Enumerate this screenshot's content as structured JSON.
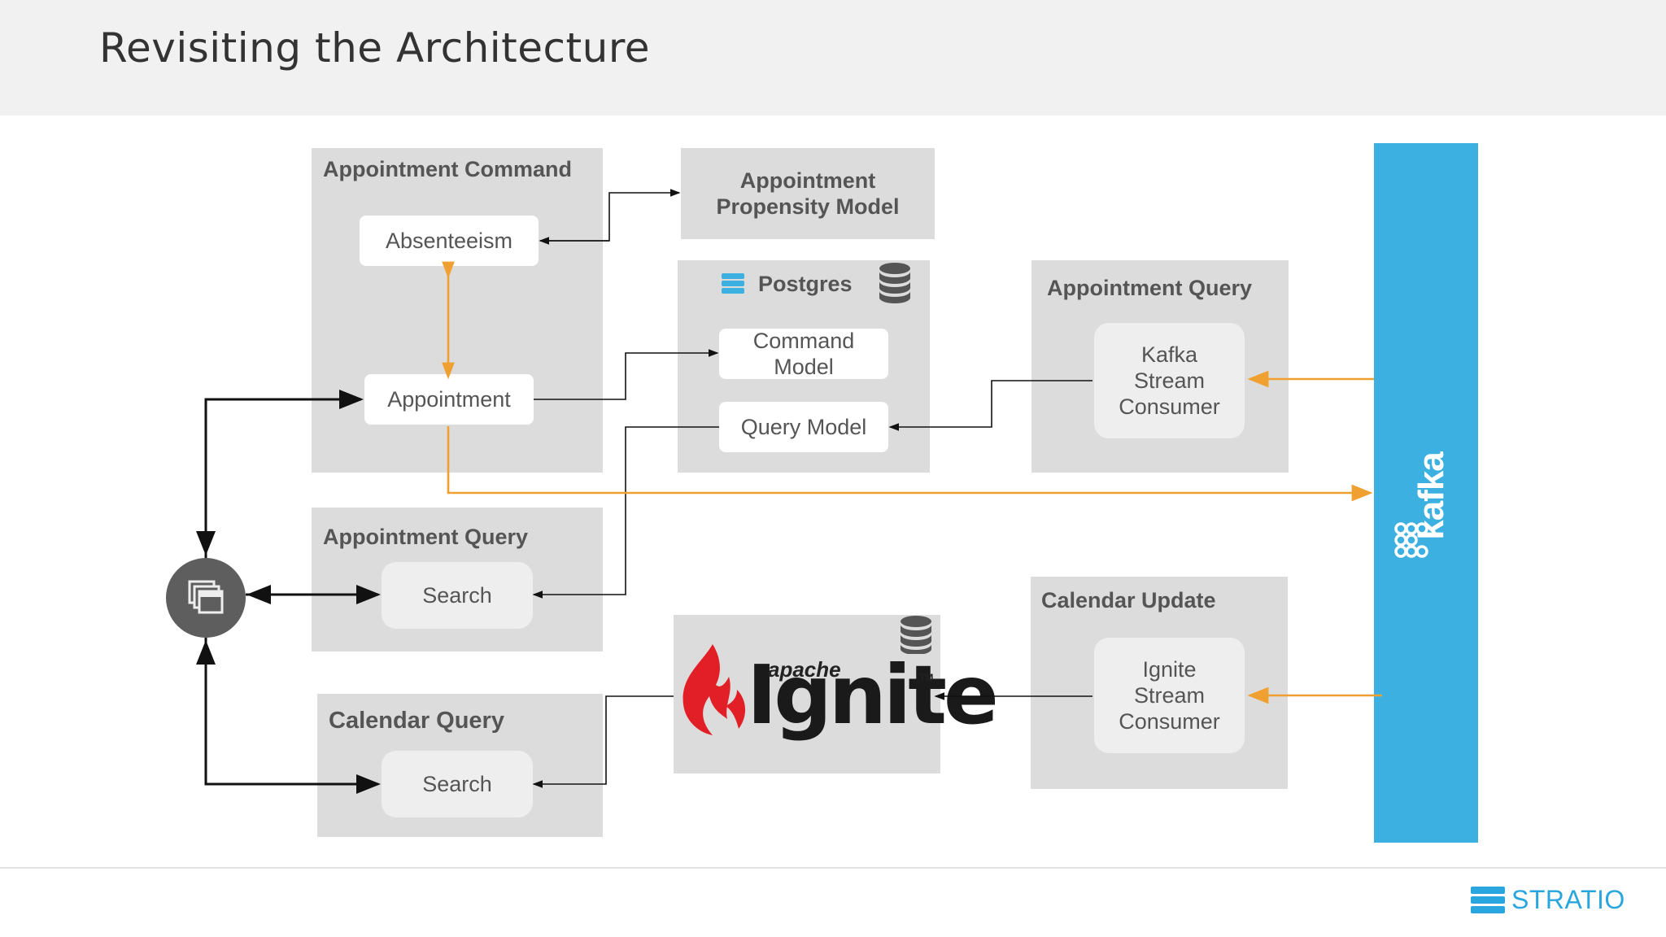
{
  "slide": {
    "title": "Revisiting the Architecture"
  },
  "panels": {
    "appointment_command": {
      "title": "Appointment Command",
      "absenteeism": "Absenteeism",
      "appointment": "Appointment"
    },
    "propensity": {
      "title": "Appointment Propensity Model"
    },
    "postgres": {
      "title": "Postgres",
      "command_model": "Command Model",
      "query_model": "Query Model"
    },
    "appointment_query_right": {
      "title": "Appointment Query",
      "consumer": "Kafka Stream Consumer"
    },
    "appointment_query_left": {
      "title": "Appointment Query",
      "search": "Search"
    },
    "calendar_query": {
      "title": "Calendar Query",
      "search": "Search"
    },
    "calendar_update": {
      "title": "Calendar Update",
      "consumer": "Ignite Stream Consumer"
    },
    "ignite": {
      "small": "apache",
      "big": "Ignite",
      "tm": "TM"
    }
  },
  "kafka": {
    "label": "kafka"
  },
  "branding": {
    "name": "STRATIO",
    "color": "#2aa6de"
  },
  "colors": {
    "kafka": "#3cb0e1",
    "event_arrow": "#f0a030",
    "panel": "#dcdcdc"
  }
}
